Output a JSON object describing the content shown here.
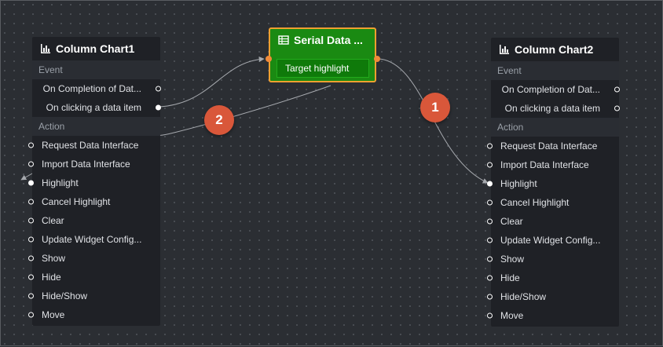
{
  "nodes": {
    "chart1": {
      "title": "Column Chart1",
      "icon": "bar-chart-icon",
      "event_section": "Event",
      "events": [
        "On Completion of Dat...",
        "On clicking a data item"
      ],
      "action_section": "Action",
      "actions": [
        "Request Data Interface",
        "Import Data Interface",
        "Highlight",
        "Cancel Highlight",
        "Clear",
        "Update Widget Config...",
        "Show",
        "Hide",
        "Hide/Show",
        "Move"
      ]
    },
    "chart2": {
      "title": "Column Chart2",
      "icon": "bar-chart-icon",
      "event_section": "Event",
      "events": [
        "On Completion of Dat...",
        "On clicking a data item"
      ],
      "action_section": "Action",
      "actions": [
        "Request Data Interface",
        "Import Data Interface",
        "Highlight",
        "Cancel Highlight",
        "Clear",
        "Update Widget Config...",
        "Show",
        "Hide",
        "Hide/Show",
        "Move"
      ]
    },
    "serial": {
      "title": "Serial Data ...",
      "icon": "serial-data-icon",
      "target": "Target highlight"
    }
  },
  "badges": [
    "1",
    "2"
  ],
  "colors": {
    "serial_bg": "#1a8a12",
    "serial_border": "#f0a030",
    "badge": "#d9573a",
    "port": "#f08a3a"
  }
}
